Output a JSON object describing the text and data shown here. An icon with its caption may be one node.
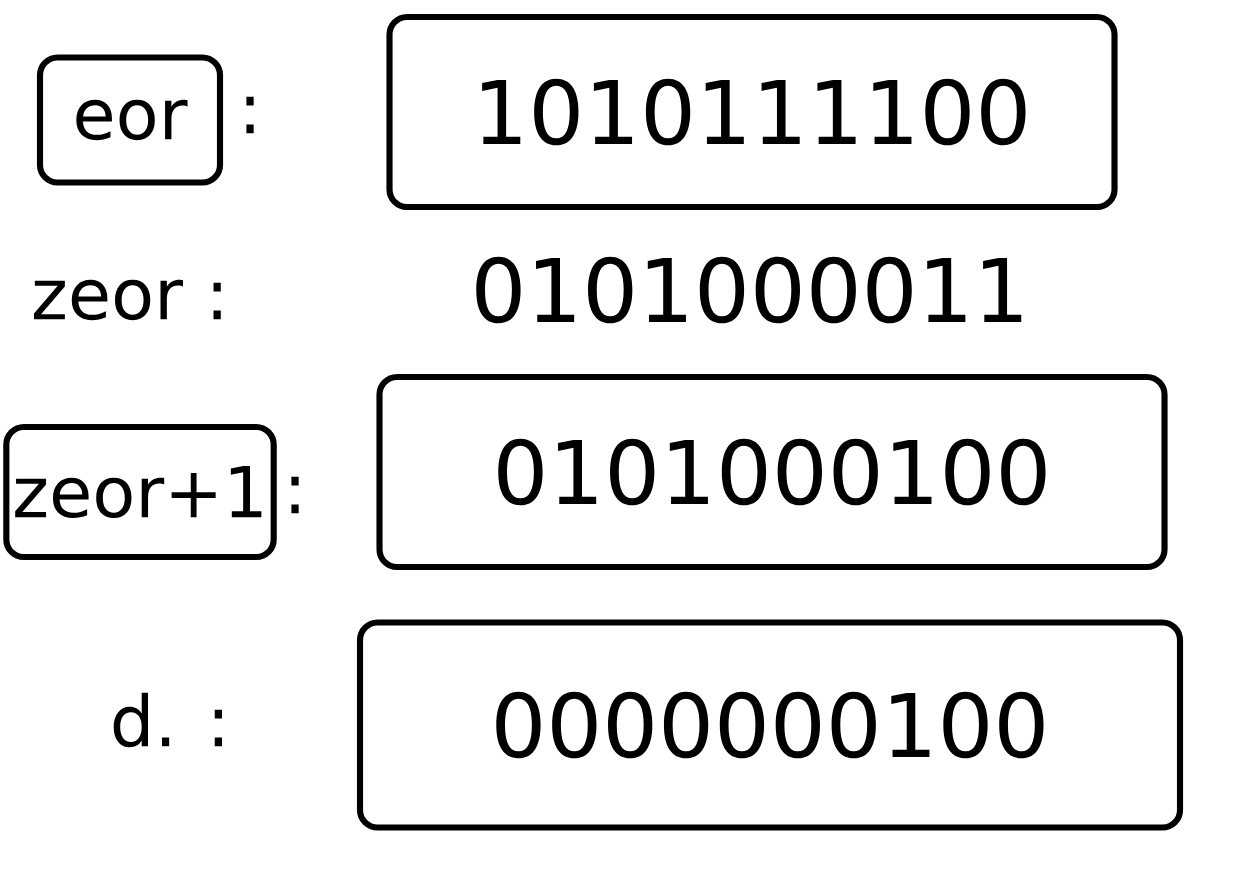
{
  "diagram": {
    "nodes": [
      {
        "text": [
          "eor"
        ],
        "beside": [
          ":"
        ]
      },
      {
        "text": [
          "1010111100"
        ]
      },
      {
        "text": [
          "zeor+1"
        ],
        "beside": [
          ":"
        ]
      },
      {
        "text": [
          "0101000100"
        ]
      },
      {
        "text": [
          "0000000100"
        ]
      }
    ],
    "labels": [
      "zeor :",
      "0101000011",
      "d. :"
    ]
  }
}
